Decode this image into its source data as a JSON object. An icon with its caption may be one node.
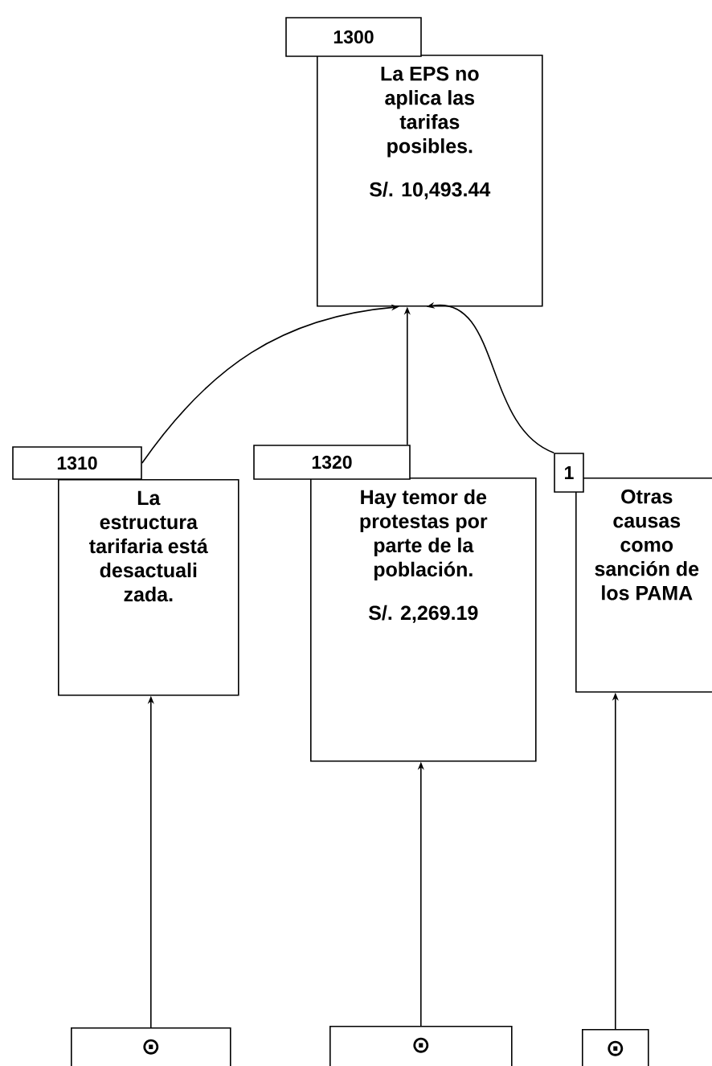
{
  "diagram": {
    "nodes": [
      {
        "text": [
          "1300",
          "La EPS no aplica las tarifas posibles.",
          "S/. 10,493.44"
        ]
      },
      {
        "text": [
          "1310",
          "La estructura tarifaria está desactuali zada."
        ]
      },
      {
        "text": [
          "1320",
          "Hay temor de protestas por parte de la población.",
          "S/. 2,269.19"
        ]
      },
      {
        "text": [
          "1",
          "Otras causas como sanción de los PAMA"
        ]
      },
      {
        "text": [
          "⊙"
        ]
      },
      {
        "text": [
          "⊙"
        ]
      },
      {
        "text": [
          "⊙"
        ]
      }
    ],
    "edges": [
      {
        "from": 1,
        "to": 0,
        "arrow": "to"
      },
      {
        "from": 2,
        "to": 0,
        "arrow": "to"
      },
      {
        "from": 3,
        "to": 0,
        "arrow": "to"
      },
      {
        "from": 4,
        "to": 1,
        "arrow": "to"
      },
      {
        "from": 5,
        "to": 2,
        "arrow": "to"
      },
      {
        "from": 6,
        "to": 3,
        "arrow": "to"
      }
    ]
  }
}
